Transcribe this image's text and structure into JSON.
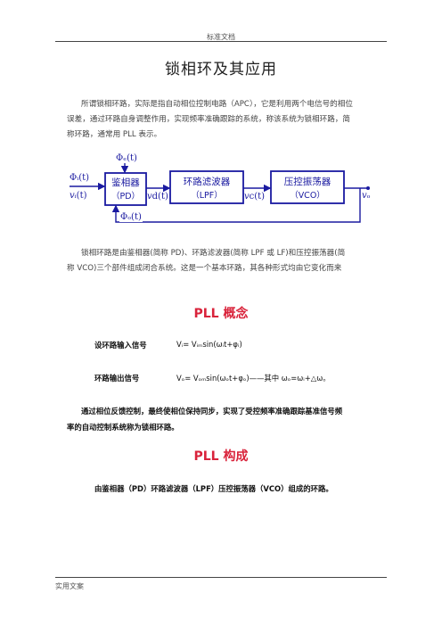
{
  "header": {
    "text": "标准文档"
  },
  "title": "锁相环及其应用",
  "intro": {
    "line1": "所谓锁相环路，实际是指自动相位控制电路（APC），它是利用两个电信号的相位",
    "line2": "误差，通过环路自身调整作用，实现频率准确跟踪的系统，称该系统为锁相环路，简",
    "line3": "称环路，通常用 PLL 表示。"
  },
  "diagram": {
    "pd": {
      "line1": "鉴相器",
      "line2": "（PD）"
    },
    "lpf": {
      "line1": "环路滤波器",
      "line2": "（LPF）"
    },
    "vco": {
      "line1": "压控振荡器",
      "line2": "（VCO）"
    },
    "in_phi": "Φᵢ(t)",
    "in_v": "𝑣ᵢ(t)",
    "phi_e": "Φₑ(t)",
    "vd": "𝑣d(t)",
    "vc": "𝑣c(t)",
    "phi_o": "Φₒ(t)",
    "vo": "𝑣ₒ"
  },
  "desc": {
    "line1": "锁相环路是由鉴相器(简称  PD)、环路滤波器(简称  LPF 或 LF)和压控振荡器(简",
    "line2": "称  VCO)三个部件组成闭合系统。这是一个基本环路，其各种形式均由它变化而来"
  },
  "section1": {
    "heading": "PLL 概念",
    "input_label": "设环路输入信号",
    "input_formula": "Vᵢ= Vᵢₘsin(ωᵢt+φᵢ)",
    "output_label": "环路输出信号",
    "output_formula": "Vₒ= Vₒₘsin(ωₒt+φₒ)——其中 ωₒ=ωᵢ+△ω。",
    "explain1": "通过相位反馈控制，最终使相位保持同步，实现了受控频率准确跟踪基准信号频",
    "explain2": "率的自动控制系统称为锁相环路。"
  },
  "section2": {
    "heading": "PLL 构成",
    "text": "由鉴相器（PD）环路滤波器（LPF）压控振荡器（VCO）组成的环路。"
  },
  "footer": {
    "text": "实用文案"
  },
  "colors": {
    "accent": "#d9233b",
    "text": "#333333"
  }
}
